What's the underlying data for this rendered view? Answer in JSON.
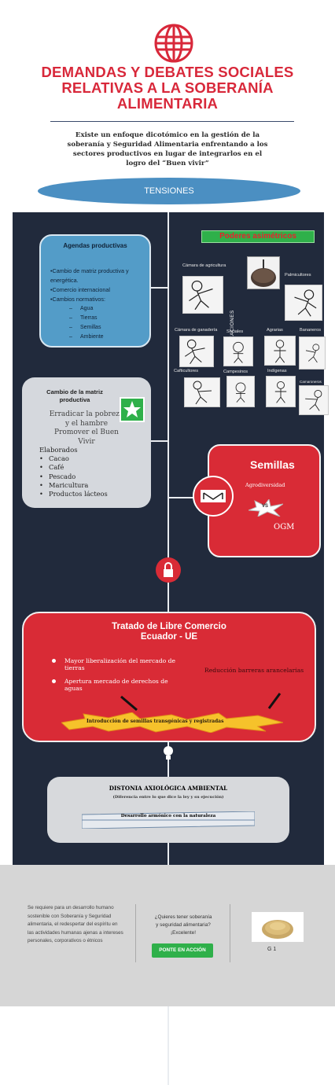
{
  "header": {
    "title_lines": [
      "DEMANDAS Y DEBATES SOCIALES",
      "RELATIVAS A LA SOBERANÍA",
      "ALIMENTARIA"
    ],
    "intro_lines": [
      "Existe un enfoque dicotómico en la gestión de la",
      "soberanía y Seguridad Alimentaria enfrentando  a los",
      "sectores productivos en lugar de integrarlos en el",
      "logro del “Buen vivir”"
    ],
    "tension_label": "TENSIONES"
  },
  "agendas": {
    "title": "Agendas productivas",
    "bullets": [
      "•Cambio de matriz productiva y energética.",
      "•Comercio internacional",
      "•Cambios normativos:"
    ],
    "subitems": [
      "Agua",
      "Tierras",
      "Semillas",
      "Ambiente"
    ],
    "dash": "–"
  },
  "poderes": {
    "title": "Poderes asimétricos",
    "actors": [
      "Cámara de agricultura",
      "Palmicultores",
      "Cámara de ganadería",
      "Sociales",
      "Agrarias",
      "Bananeros",
      "Cafticultores",
      "Campesinos",
      "Indígenas",
      "Camaroneros"
    ],
    "org_label": "ORGANIZACIONES"
  },
  "matriz": {
    "title_lines": [
      "Cambio de la matriz",
      "productiva"
    ],
    "goals": [
      "Erradicar la pobreza",
      "y el hambre",
      "Promover el Buen",
      "Vivir"
    ],
    "products_label": "Elaborados",
    "products": [
      "Cacao",
      "Café",
      "Pescado",
      "Maricultura",
      "Productos lácteos"
    ],
    "bullet": "•"
  },
  "semillas": {
    "title": "Semillas",
    "agro": "Agrodiversidad",
    "ogm": "OGM",
    "vs": "VS"
  },
  "tlc": {
    "title_lines": [
      "Tratado de Libre Comercio",
      "Ecuador - UE"
    ],
    "items": [
      "Mayor liberalización del mercado de tierras",
      "Apertura mercado de derechos de aguas"
    ],
    "right": "Reducción barreras arancelarias",
    "bottom": "Introducción de semillas transgénicas y registradas"
  },
  "distonia": {
    "title": "DISTONIA AXIOLÓGICA AMBIENTAL",
    "subtitle": "(Diferencia entre lo que dice la ley y su ejecución)",
    "bar_text": "Desarrollo armónico con la naturaleza"
  },
  "footer": {
    "left_text": "Se requiere para un desarrollo humano sostenible con Soberanía y Seguridad alimentaria, el redespertar del espíritu en las actividades humanas ajenas a intereses personales, corporativos o étnicos",
    "question_lines": [
      "¿Quieres tener soberanía",
      "y seguridad alimentaria?",
      "¡Excelente!"
    ],
    "button_label": "PONTE EN ACCIÓN",
    "group_label": "G 1"
  },
  "colors": {
    "red": "#d92b36",
    "navy": "#212a3c",
    "blue": "#539cc8",
    "green": "#2fb04a"
  }
}
